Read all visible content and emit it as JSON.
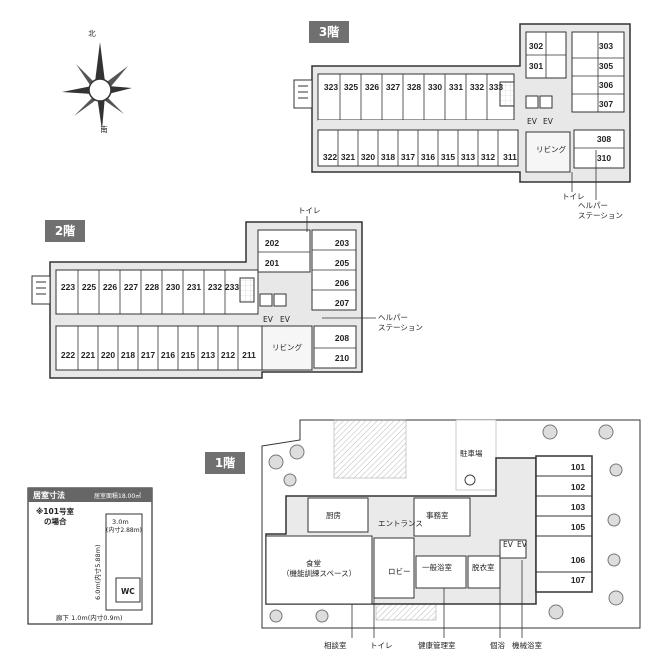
{
  "compass": {
    "north": "北",
    "south": "南"
  },
  "floor3": {
    "badge": "3階",
    "top_rooms": [
      "323",
      "325",
      "326",
      "327",
      "328",
      "330",
      "331",
      "332",
      "333"
    ],
    "bottom_rooms": [
      "322",
      "321",
      "320",
      "318",
      "317",
      "316",
      "315",
      "313",
      "312",
      "311"
    ],
    "east_rooms": [
      "302",
      "303",
      "301",
      "305",
      "306",
      "307",
      "308",
      "310"
    ],
    "ev": [
      "EV",
      "EV"
    ],
    "living": "リビング",
    "toilet": "トイレ",
    "helper_station": [
      "ヘルパー",
      "ステーション"
    ]
  },
  "floor2": {
    "badge": "2階",
    "top_rooms": [
      "223",
      "225",
      "226",
      "227",
      "228",
      "230",
      "231",
      "232",
      "233"
    ],
    "bottom_rooms": [
      "222",
      "221",
      "220",
      "218",
      "217",
      "216",
      "215",
      "213",
      "212",
      "211"
    ],
    "east_rooms": [
      "202",
      "203",
      "201",
      "205",
      "206",
      "207",
      "208",
      "210"
    ],
    "ev": [
      "EV",
      "EV"
    ],
    "living": "リビング",
    "toilet": "トイレ",
    "helper_station": [
      "ヘルパー",
      "ステーション"
    ]
  },
  "floor1": {
    "badge": "1階",
    "parking": "駐車場",
    "kitchen": "厨房",
    "office": "事務室",
    "entrance": "エントランス",
    "dining": [
      "食堂",
      "（機能訓練スペース）"
    ],
    "lobby": "ロビー",
    "bath": "一般浴室",
    "dressing": "脱衣室",
    "ev": [
      "EV",
      "EV"
    ],
    "rooms": [
      "101",
      "102",
      "103",
      "105",
      "106",
      "107"
    ],
    "callouts": [
      "相談室",
      "トイレ",
      "健康管理室",
      "個浴",
      "機械浴室"
    ]
  },
  "room_dims": {
    "title": "居室寸法",
    "area": "居室面積18.00㎡",
    "sample": [
      "※101号室",
      "の場合"
    ],
    "width": "3.0m",
    "width_inner": "(内寸2.88m)",
    "depth": "6.0m(内寸5.88m)",
    "wc": "WC",
    "corridor": "廊下 1.0m(内寸0.9m)"
  }
}
